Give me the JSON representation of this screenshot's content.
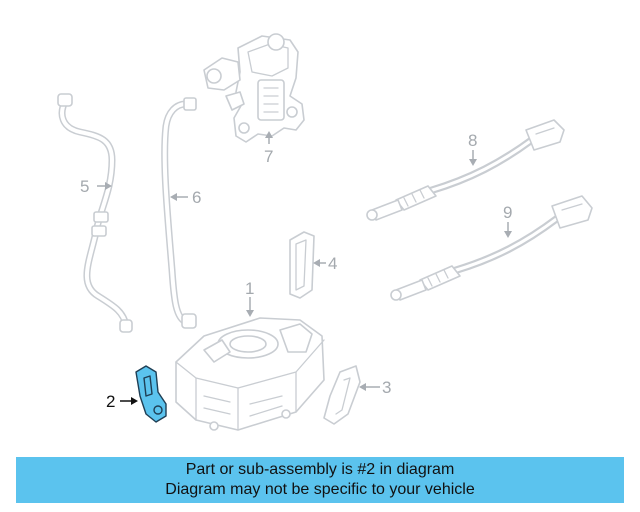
{
  "callouts": {
    "c1": "1",
    "c2": "2",
    "c3": "3",
    "c4": "4",
    "c5": "5",
    "c6": "6",
    "c7": "7",
    "c8": "8",
    "c9": "9"
  },
  "highlighted_part": "2",
  "colors": {
    "highlight": "#5bc3ee",
    "outline": "#c9cdd2",
    "callout_text": "#a4a9ae"
  },
  "banner": {
    "line1": "Part or sub-assembly is #2 in diagram",
    "line2": "Diagram may not be specific to your vehicle"
  }
}
